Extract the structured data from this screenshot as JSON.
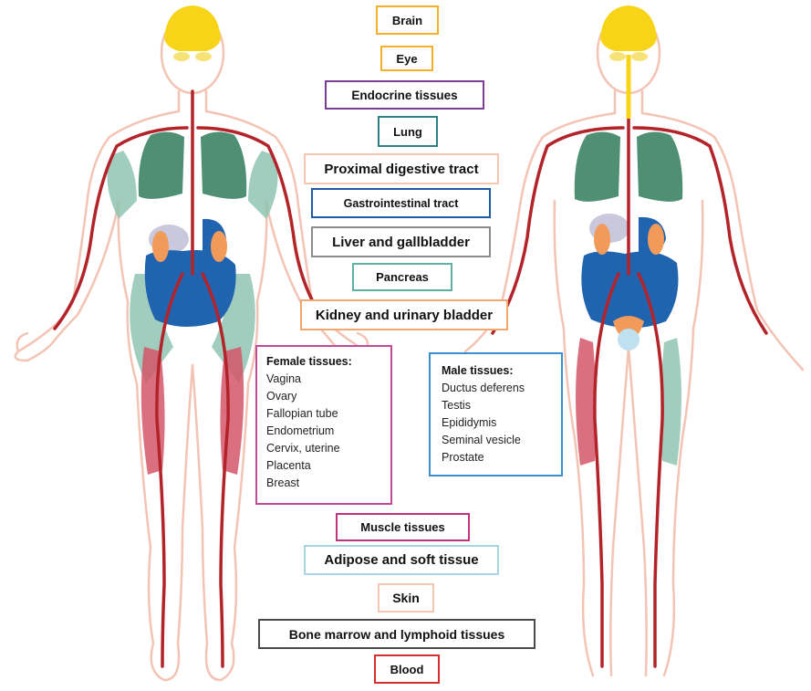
{
  "labels": {
    "brain": {
      "text": "Brain",
      "color": "#f2b12a"
    },
    "eye": {
      "text": "Eye",
      "color": "#f2b12a"
    },
    "endocrine": {
      "text": "Endocrine tissues",
      "color": "#7a3f94"
    },
    "lung": {
      "text": "Lung",
      "color": "#2e7f86"
    },
    "proximal": {
      "text": "Proximal digestive tract",
      "color": "#f3c8b3"
    },
    "gi": {
      "text": "Gastrointestinal tract",
      "color": "#1f5aa8"
    },
    "liver": {
      "text": "Liver and gallbladder",
      "color": "#8c8c8c"
    },
    "pancreas": {
      "text": "Pancreas",
      "color": "#5fb0a5"
    },
    "kidney": {
      "text": "Kidney and urinary bladder",
      "color": "#f0a86f"
    },
    "muscle": {
      "text": "Muscle tissues",
      "color": "#c0347d"
    },
    "adipose": {
      "text": "Adipose and soft tissue",
      "color": "#a9d4e6"
    },
    "skin": {
      "text": "Skin",
      "color": "#f3c8b3"
    },
    "bone": {
      "text": "Bone marrow and lymphoid tissues",
      "color": "#4a4a4a"
    },
    "blood": {
      "text": "Blood",
      "color": "#d3302f"
    }
  },
  "female": {
    "title": "Female tissues:",
    "color": "#c24a9b",
    "items": [
      "Vagina",
      "Ovary",
      "Fallopian tube",
      "Endometrium",
      "Cervix, uterine",
      "Placenta",
      "Breast"
    ]
  },
  "male": {
    "title": "Male tissues:",
    "color": "#3a8fd0",
    "items": [
      "Ductus deferens",
      "Testis",
      "Epididymis",
      "Seminal vesicle",
      "Prostate"
    ]
  },
  "colors": {
    "skin_outline": "#f3c4b4",
    "artery": "#b3242a",
    "brain": "#f7d417",
    "lung": "#4f8f74",
    "stomach": "#2064b0",
    "kidney": "#f29a5a",
    "liver": "#c9c8dc",
    "muscle": "#d3566a",
    "adipose": "#8fc4b1"
  }
}
